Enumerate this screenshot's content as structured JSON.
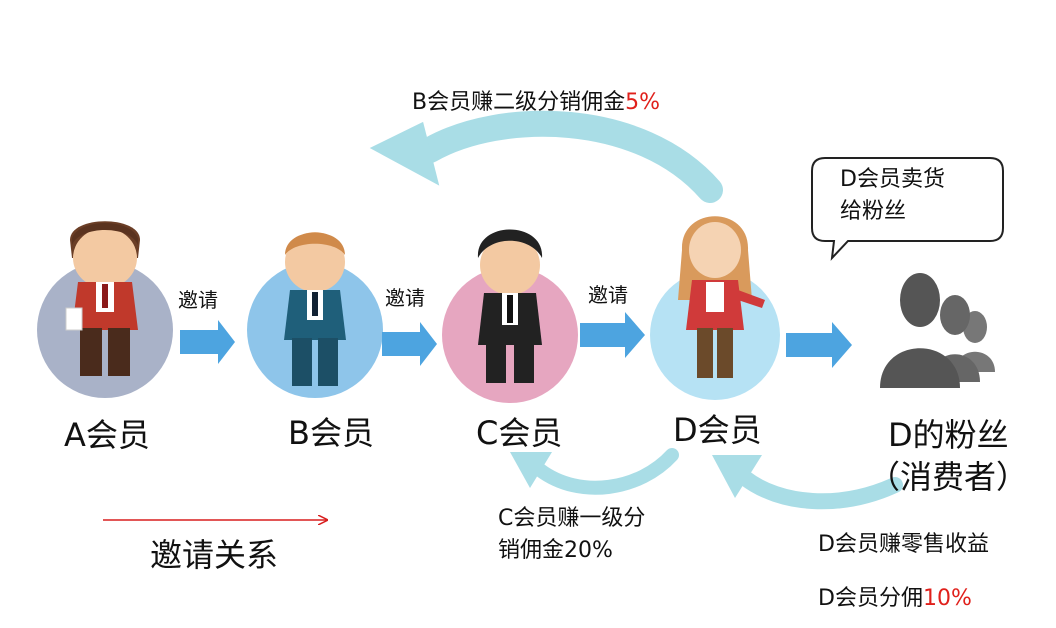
{
  "members": [
    {
      "id": "A",
      "label": "A会员",
      "color": "#a9b2c8"
    },
    {
      "id": "B",
      "label": "B会员",
      "color": "#8ec5ea"
    },
    {
      "id": "C",
      "label": "C会员",
      "color": "#e6a6c0"
    },
    {
      "id": "D",
      "label": "D会员",
      "color": "#b6e2f4"
    }
  ],
  "fans": {
    "line1": "D的粉丝",
    "line2": "（消费者）"
  },
  "invite_label": "邀请",
  "bubble": {
    "line1": "D会员卖货",
    "line2": "给粉丝"
  },
  "top_arc": {
    "text": "B会员赚二级分销佣金",
    "pct": "5%"
  },
  "c_arc": {
    "line1": "C会员赚一级分",
    "line2": "销佣金20%"
  },
  "retail": {
    "line1": "D会员赚零售收益",
    "line2_text": "D会员分佣",
    "line2_pct": "10%"
  },
  "legend": {
    "label": "邀请关系"
  },
  "colors": {
    "arrow_blue": "#4da4e0",
    "arc_teal": "#a9dde6",
    "legend_red": "#d81e1e",
    "pct_red": "#e0201b"
  }
}
